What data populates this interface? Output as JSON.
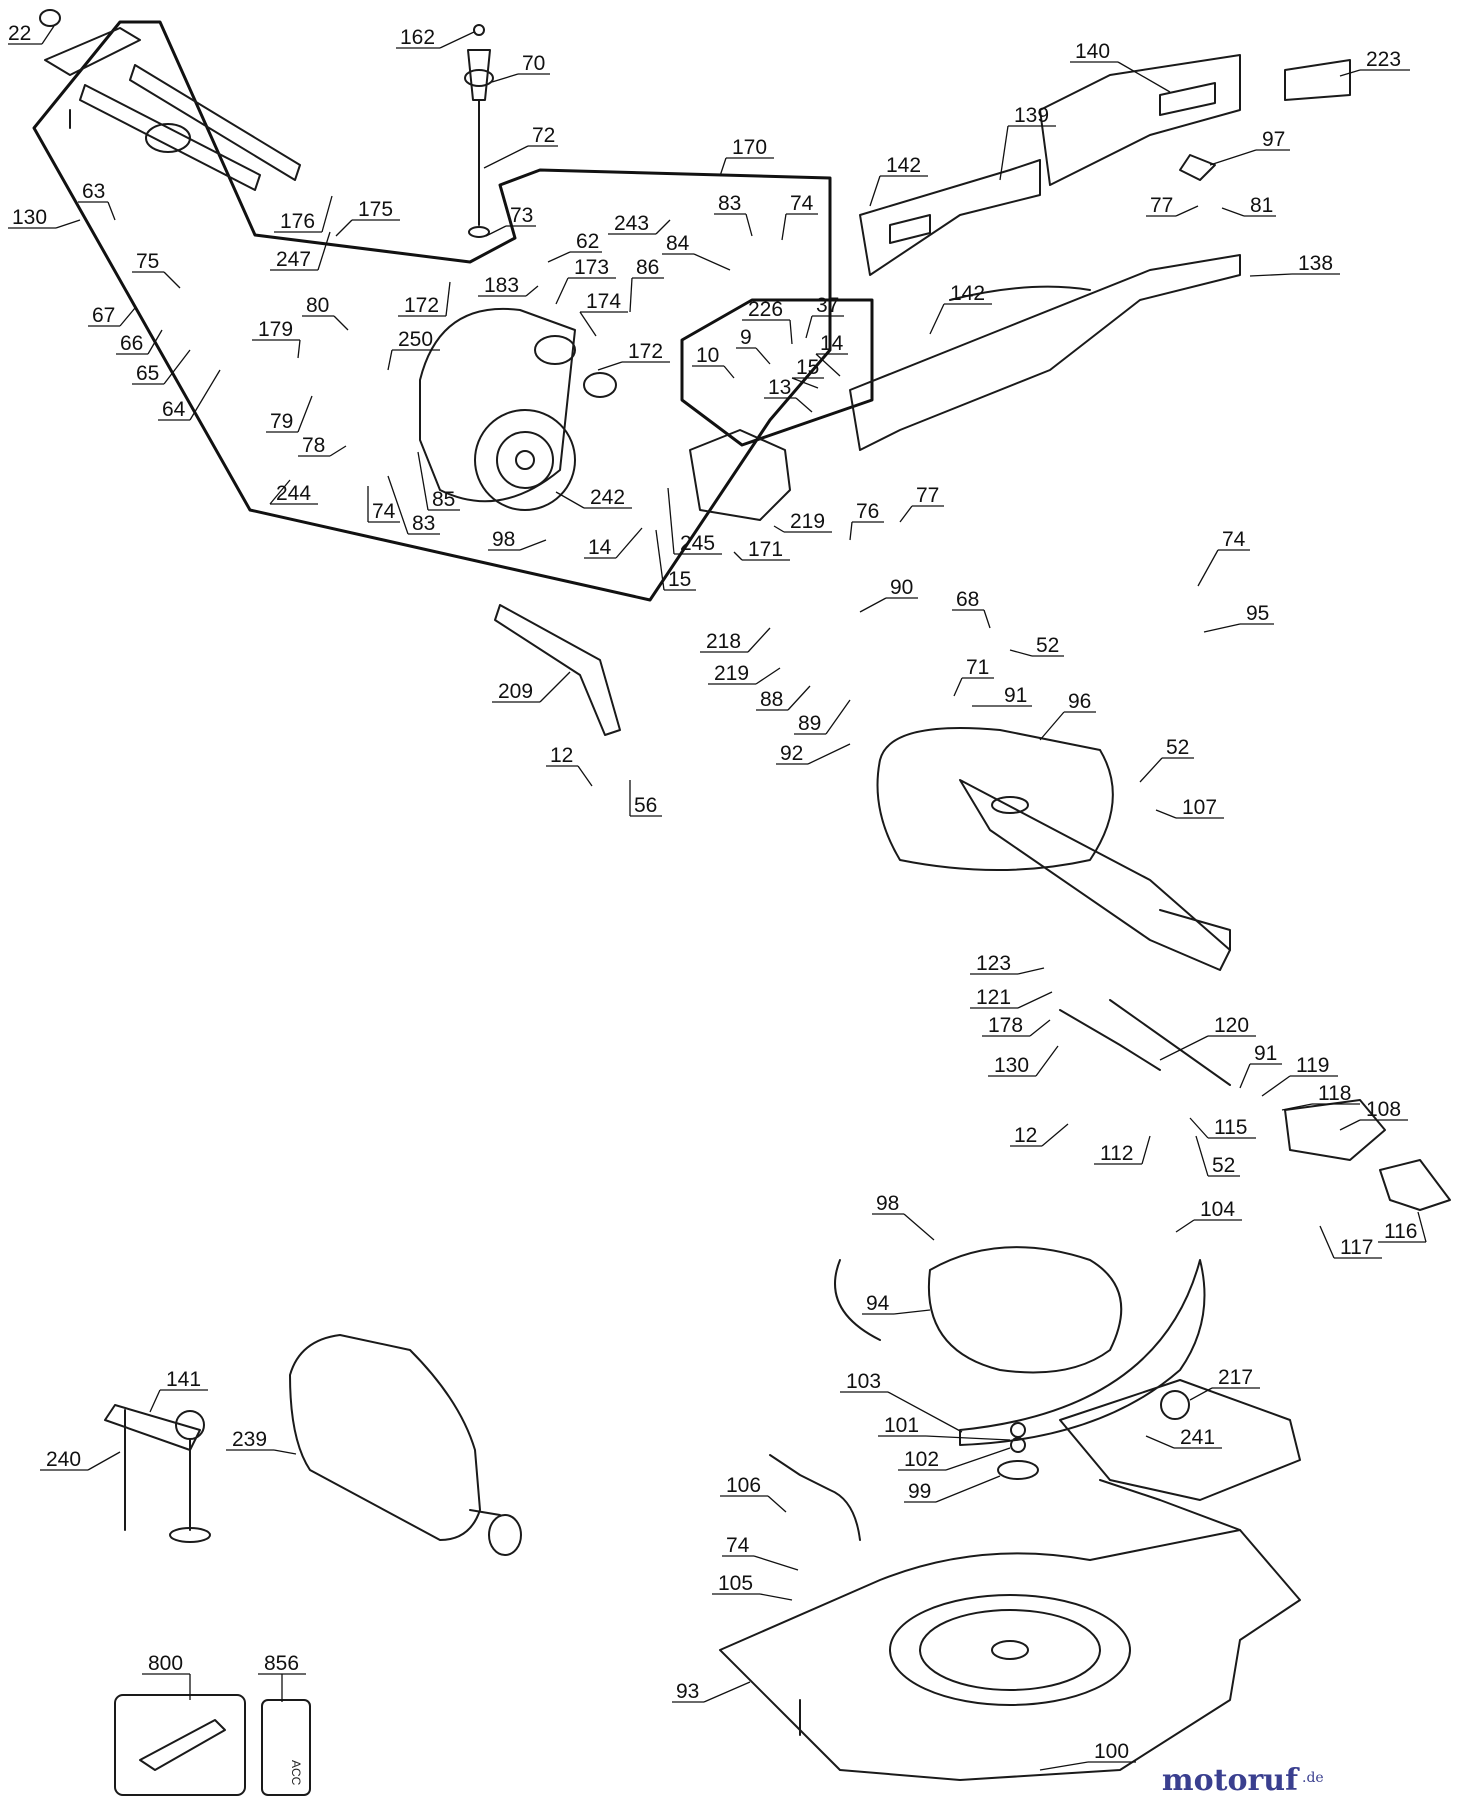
{
  "labels": {
    "l22": "22",
    "l162": "162",
    "l70": "70",
    "l72": "72",
    "l73": "73",
    "l140": "140",
    "l223": "223",
    "l139": "139",
    "l97": "97",
    "l142a": "142",
    "l77a": "77",
    "l81": "81",
    "l138": "138",
    "l130a": "130",
    "l63": "63",
    "l175": "175",
    "l176": "176",
    "l247": "247",
    "l62": "62",
    "l170": "170",
    "l243": "243",
    "l83a": "83",
    "l74a": "74",
    "l84": "84",
    "l75": "75",
    "l67": "67",
    "l66": "66",
    "l65": "65",
    "l64": "64",
    "l183": "183",
    "l173": "173",
    "l86": "86",
    "l174": "174",
    "l172a": "172",
    "l226": "226",
    "l37": "37",
    "l142b": "142",
    "l80": "80",
    "l179": "179",
    "l250": "250",
    "l172b": "172",
    "l9": "9",
    "l10": "10",
    "l14a": "14",
    "l15a": "15",
    "l13": "13",
    "l79": "79",
    "l78": "78",
    "l244": "244",
    "l74b": "74",
    "l83b": "83",
    "l85": "85",
    "l242": "242",
    "l98a": "98",
    "l14b": "14",
    "l245": "245",
    "l15b": "15",
    "l219a": "219",
    "l171": "171",
    "l76": "76",
    "l77b": "77",
    "l74c": "74",
    "l90": "90",
    "l95": "95",
    "l218": "218",
    "l68": "68",
    "l52a": "52",
    "l219b": "219",
    "l209": "209",
    "l88": "88",
    "l71": "71",
    "l91a": "91",
    "l89": "89",
    "l96": "96",
    "l92": "92",
    "l12a": "12",
    "l56": "56",
    "l52b": "52",
    "l107": "107",
    "l123": "123",
    "l121": "121",
    "l178": "178",
    "l130b": "130",
    "l120": "120",
    "l91b": "91",
    "l119": "119",
    "l118": "118",
    "l108": "108",
    "l12b": "12",
    "l115": "115",
    "l112": "112",
    "l52c": "52",
    "l98b": "98",
    "l104": "104",
    "l117": "117",
    "l116": "116",
    "l94": "94",
    "l103": "103",
    "l217": "217",
    "l141": "141",
    "l239": "239",
    "l240": "240",
    "l101": "101",
    "l241": "241",
    "l102": "102",
    "l99": "99",
    "l106": "106",
    "l74d": "74",
    "l105": "105",
    "l800": "800",
    "l856": "856",
    "l93": "93",
    "l100": "100"
  },
  "decal_text": "ACC",
  "watermark": {
    "brand": "motoruf",
    "suffix": ".de"
  },
  "colors": {
    "line": "#111111",
    "watermark": "#3a3f8f",
    "background": "#ffffff"
  }
}
